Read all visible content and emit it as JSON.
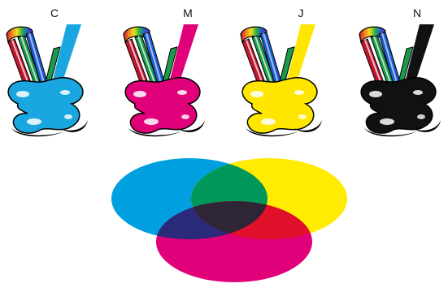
{
  "inks": [
    {
      "label": "C",
      "color": "#1aa6e0",
      "icon": "cyan-ink-illustration-icon"
    },
    {
      "label": "M",
      "color": "#e0007a",
      "icon": "magenta-ink-illustration-icon"
    },
    {
      "label": "J",
      "color": "#ffe600",
      "icon": "yellow-ink-illustration-icon"
    },
    {
      "label": "N",
      "color": "#111111",
      "icon": "black-ink-illustration-icon"
    }
  ],
  "venn": {
    "circles": [
      {
        "name": "cyan",
        "color": "#00a0e0"
      },
      {
        "name": "yellow",
        "color": "#ffec00"
      },
      {
        "name": "magenta",
        "color": "#e0007a"
      }
    ],
    "overlaps": {
      "cyan_yellow": "#00985a",
      "cyan_magenta": "#2a2a7a",
      "yellow_magenta": "#e0102a",
      "all": "#2e2535"
    }
  }
}
